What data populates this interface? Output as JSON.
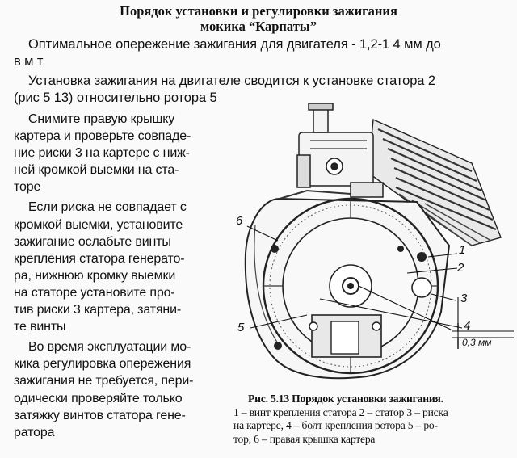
{
  "document": {
    "title_line1": "Порядок установки и регулировки зажигания",
    "title_line2": "мокика “Карпаты”",
    "para1_line1": "Оптимальное опережение зажигания для двигателя - 1,2-1 4 мм до",
    "para1_line2": "в м т",
    "para2_line1": "Установка зажигания на двигателе сводится к установке статора 2",
    "para2_line2": "(рис  5 13) относительно ротора 5",
    "col_para1": [
      "Снимите правую крышку",
      "картера и проверьте совпаде-",
      "ние риски 3 на картере с ниж-",
      "ней кромкой выемки на ста-",
      "торе"
    ],
    "col_para2": [
      "Если риска не совпадает с",
      "кромкой выемки, установите",
      "зажигание  ослабьте винты",
      "крепления статора генерато-",
      "ра, нижнюю кромку выемки",
      "на статоре установите про-",
      "тив риски 3 картера, затяни-",
      "те винты"
    ],
    "col_para3": [
      "Во время эксплуатации мо-",
      "кика регулировка опережения",
      "зажигания не требуется, пери-",
      "одически проверяйте только",
      "затяжку винтов статора гене-",
      "ратора"
    ]
  },
  "figure": {
    "label_1": "1",
    "label_2": "2",
    "label_3": "3",
    "label_4": "4",
    "label_5": "5",
    "label_6": "6",
    "dimension": "0,3 мм"
  },
  "caption": {
    "title": "Рис. 5.13  Порядок установки зажигания.",
    "line1": "1 – винт крепления статора  2 – статор  3 – риска",
    "line2": "на картере, 4 – болт крепления ротора  5 – ро-",
    "line3": "тор, 6 – правая крышка картера"
  }
}
